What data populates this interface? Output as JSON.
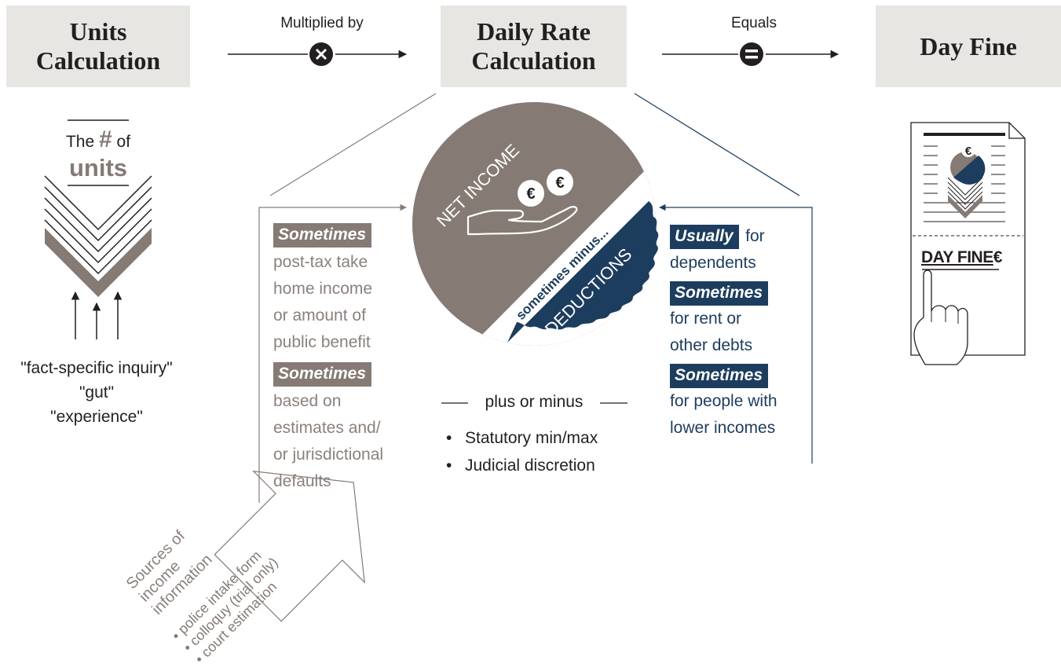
{
  "headers": {
    "units": "Units\nCalculation",
    "daily_rate": "Daily Rate\nCalculation",
    "day_fine": "Day Fine"
  },
  "operators": {
    "multiplied_by": "Multiplied by",
    "equals": "Equals"
  },
  "units_section": {
    "the": "The",
    "hash": "#",
    "of": "of",
    "units_word": "units",
    "inquiry": [
      "\"fact-specific inquiry\"",
      "\"gut\"",
      "\"experience\""
    ]
  },
  "income_panel": {
    "items": [
      {
        "tag": "Sometimes",
        "text": [
          "post-tax take",
          "home income",
          "or amount of",
          "public benefit"
        ]
      },
      {
        "tag": "Sometimes",
        "text": [
          "based on",
          "estimates and/",
          "or jurisdictional",
          "defaults"
        ]
      }
    ]
  },
  "circle": {
    "net_income": "NET INCOME",
    "sometimes_minus": "sometimes minus...",
    "deductions": "DEDUCTIONS",
    "currency": "€"
  },
  "adjustments": {
    "plus_or_minus": "plus or minus",
    "bullets": [
      "Statutory min/max",
      "Judicial discretion"
    ]
  },
  "deductions_panel": {
    "items": [
      {
        "tag": "Usually",
        "inline": "for",
        "text": [
          "dependents"
        ]
      },
      {
        "tag": "Sometimes",
        "text": [
          "for rent or",
          "other debts"
        ]
      },
      {
        "tag": "Sometimes",
        "text": [
          "for people with",
          "lower incomes"
        ]
      }
    ]
  },
  "sources_arrow": {
    "heading": [
      "Sources of",
      "income",
      "information"
    ],
    "bullets": [
      "• police intake form",
      "• colloquy (trial only)",
      "• court estimation"
    ]
  },
  "document": {
    "label": "DAY FINE",
    "currency": "€"
  },
  "colors": {
    "grey": "#857a74",
    "blue": "#1d3d5e",
    "header_bg": "#e8e6e3",
    "grey_text": "#8a817c"
  }
}
